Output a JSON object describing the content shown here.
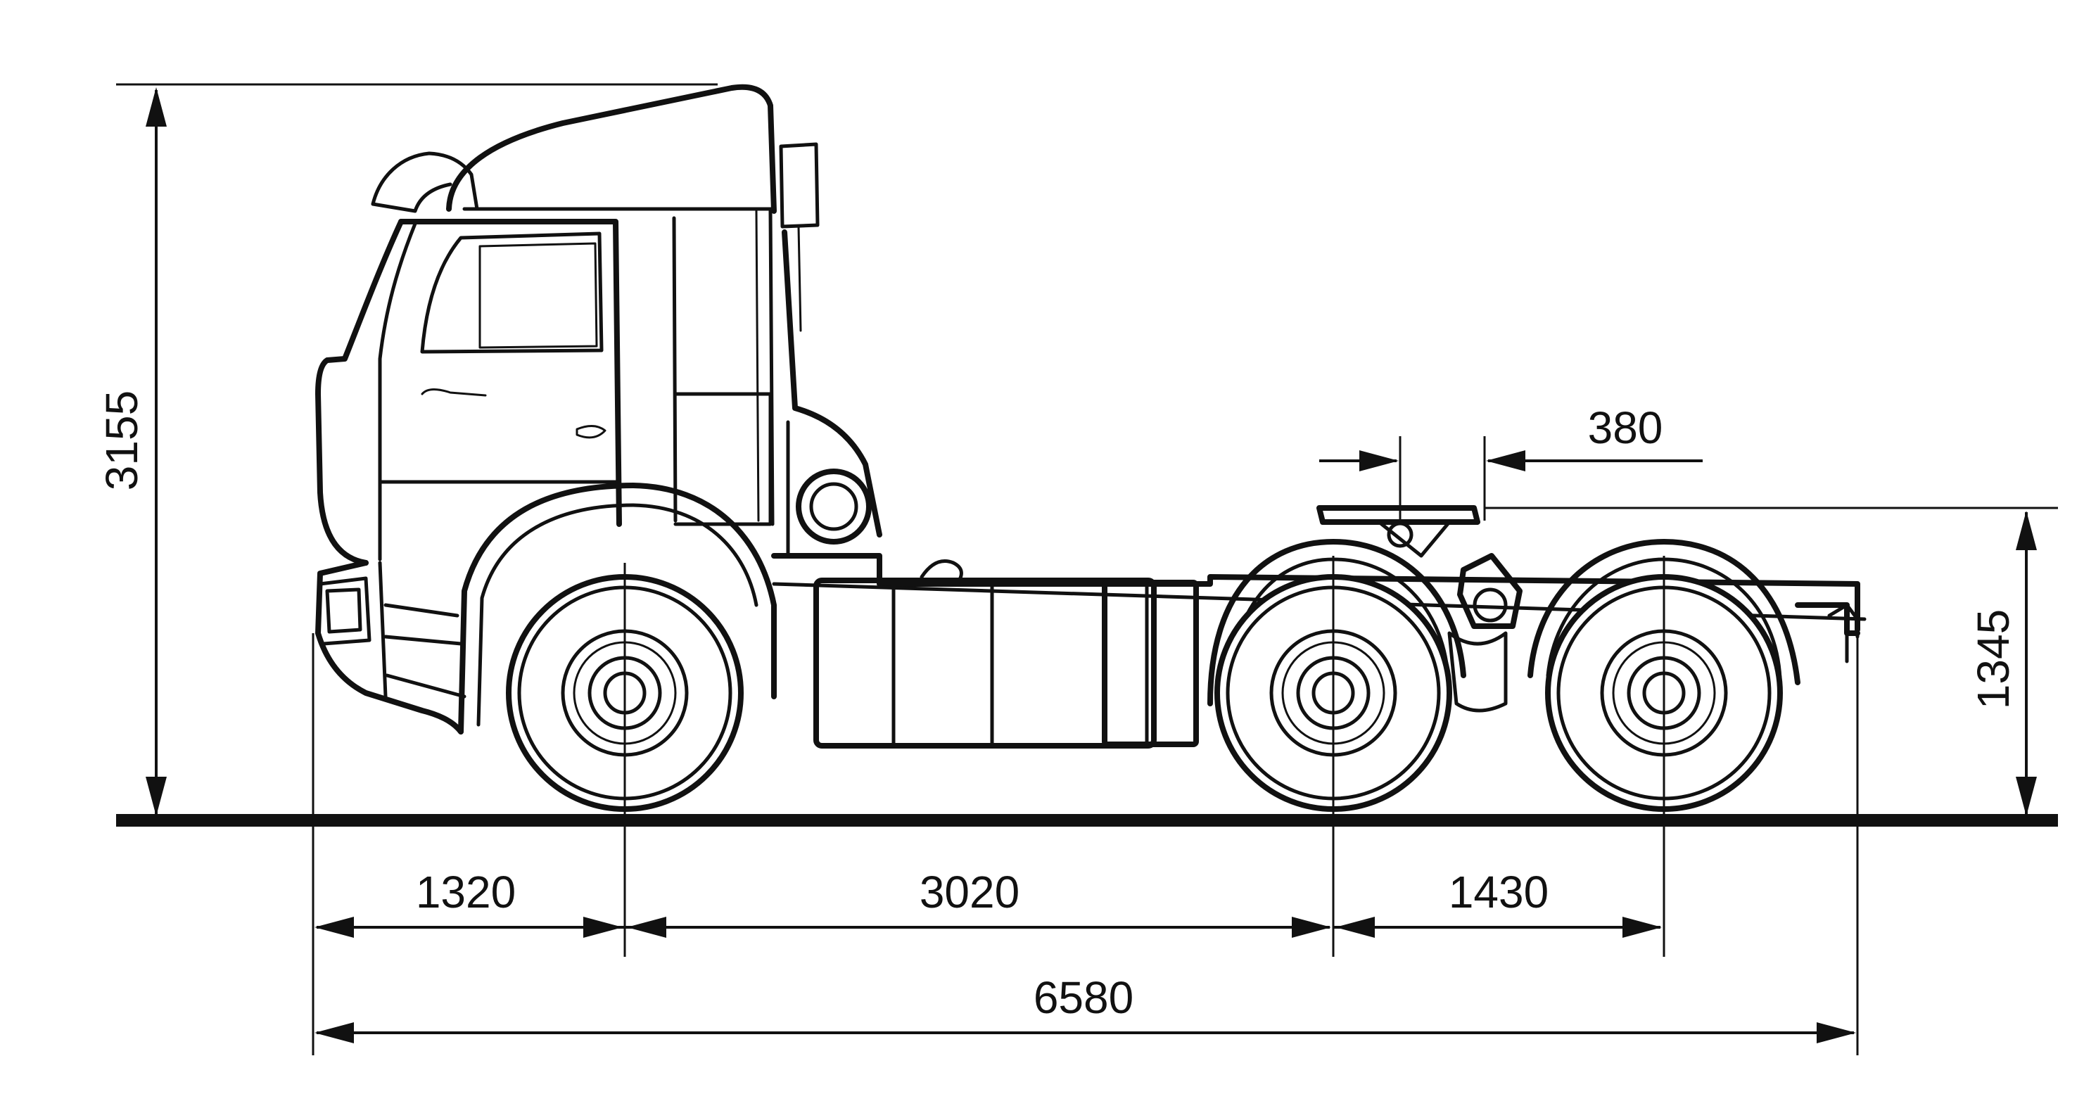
{
  "diagram": {
    "subject": "truck-tractor-side-view",
    "dimensions": {
      "overall_height": "3155",
      "fifth_wheel_height": "1345",
      "fifth_wheel_offset": "380",
      "front_overhang": "1320",
      "wheelbase_front": "3020",
      "rear_axle_spacing": "1430",
      "overall_length": "6580"
    }
  }
}
